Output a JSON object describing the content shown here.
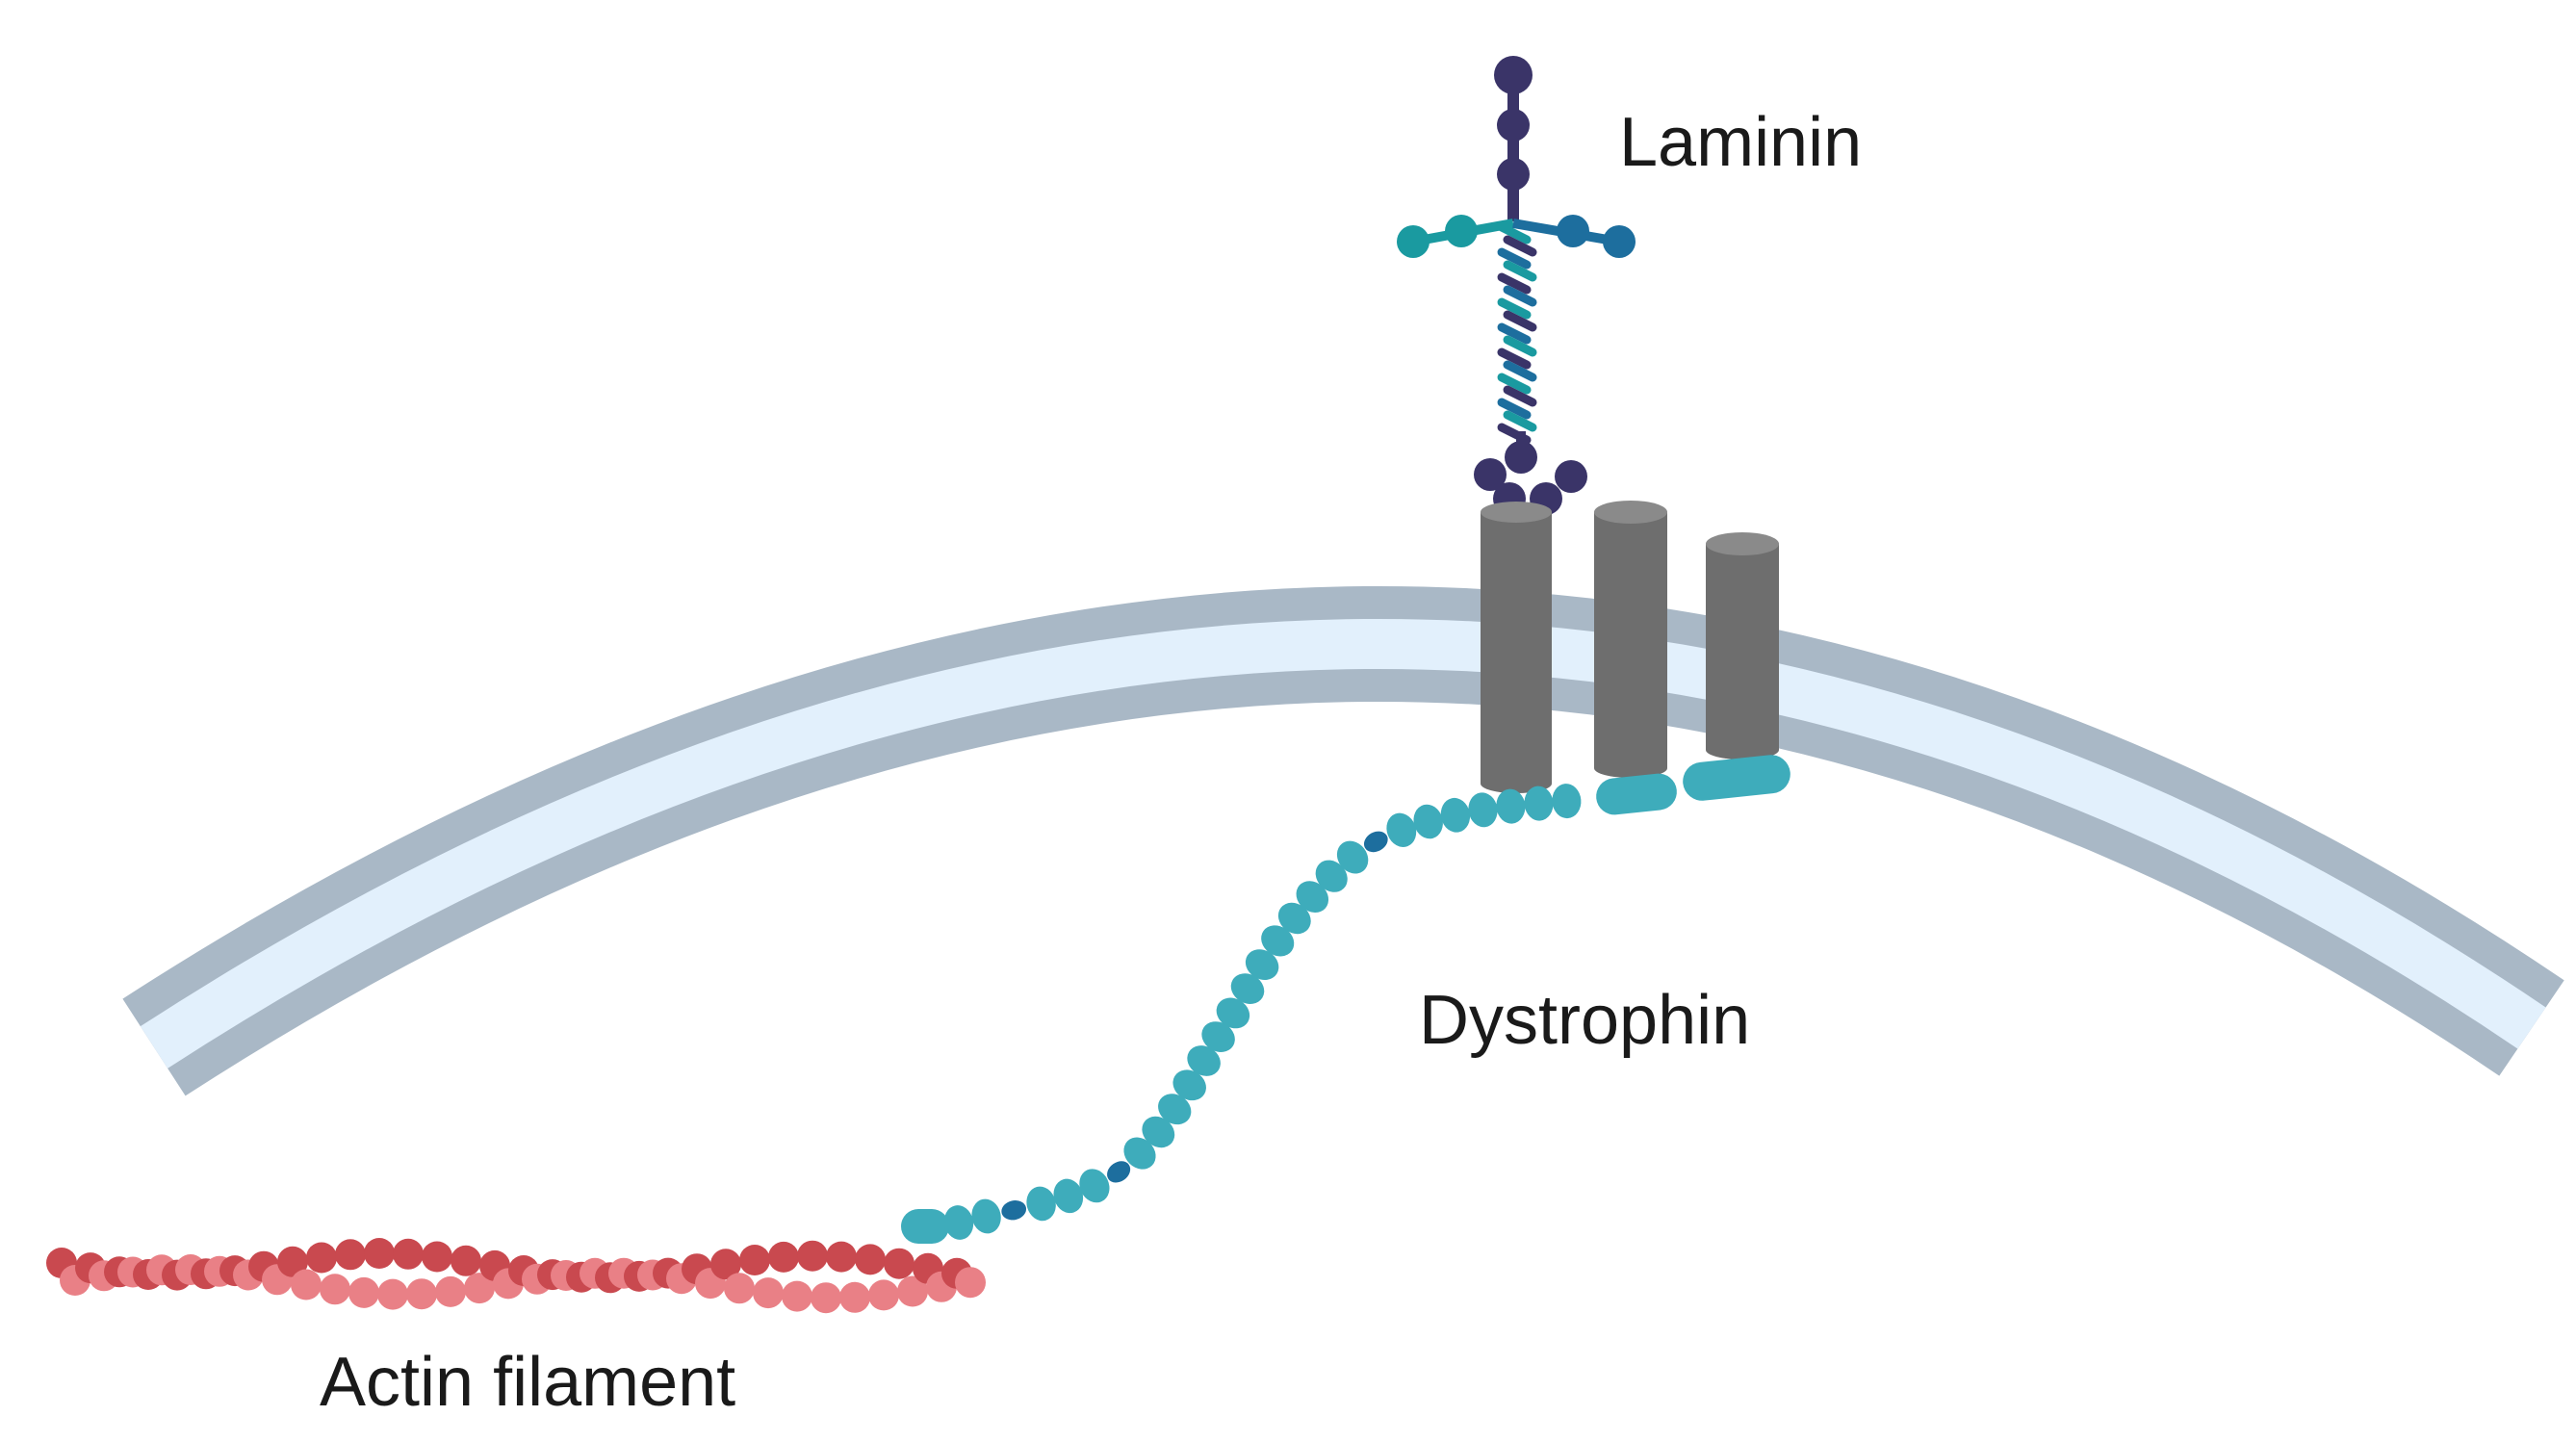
{
  "labels": {
    "laminin": "Laminin",
    "dystrophin": "Dystrophin",
    "actin": "Actin filament"
  },
  "colors": {
    "membrane_outer": "#a9b8c6",
    "membrane_inner": "#e2f0fc",
    "laminin_dark": "#3a3468",
    "laminin_teal": "#1a9aa0",
    "laminin_blue": "#1d6e9e",
    "receptor_body": "#6e6e6e",
    "receptor_top": "#8a8a8a",
    "dystrophin_bead": "#3eacbb",
    "dystrophin_hinge": "#1d6e9e",
    "actin_dark": "#c9494f",
    "actin_light": "#e98086"
  }
}
